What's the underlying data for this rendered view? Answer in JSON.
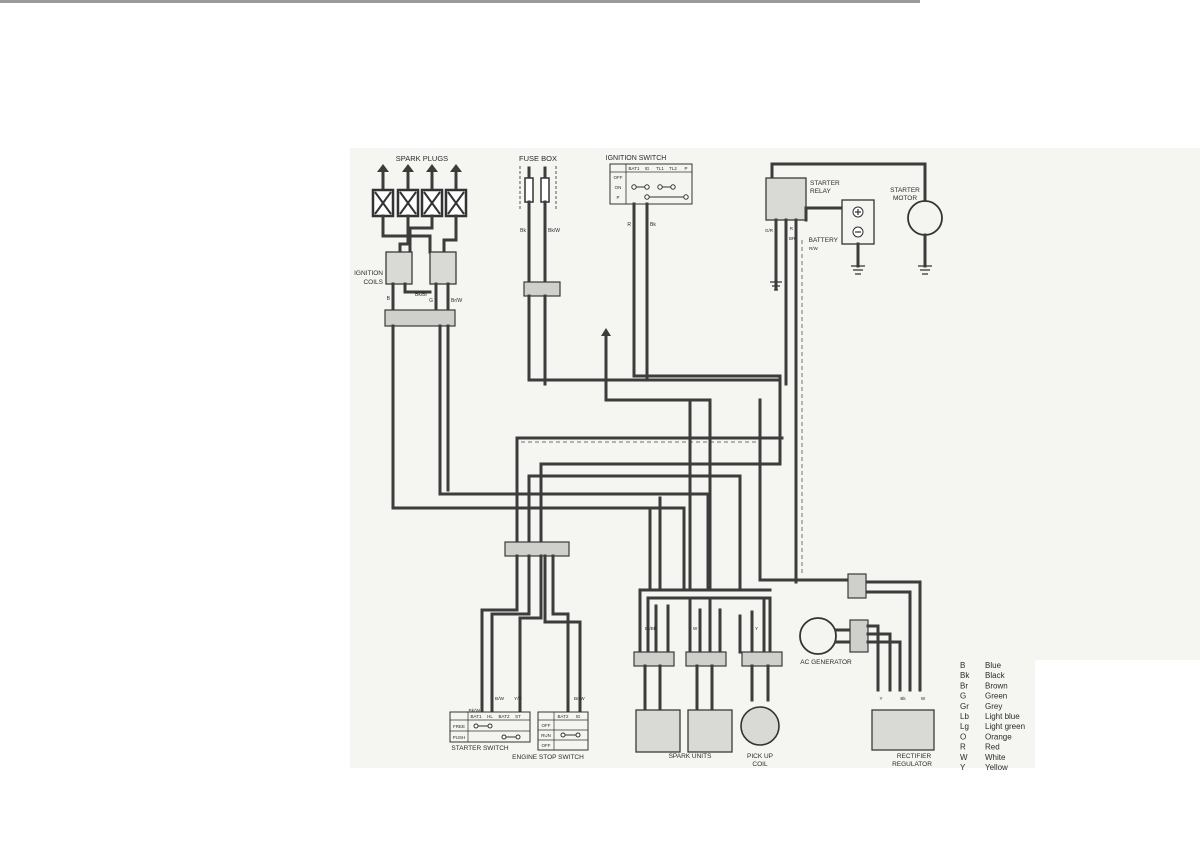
{
  "labels": {
    "spark_plugs": "SPARK PLUGS",
    "fuse_box": "FUSE BOX",
    "ignition_switch": "IGNITION SWITCH",
    "ignition_coils_1": "IGNITION",
    "ignition_coils_2": "COILS",
    "starter_relay_1": "STARTER",
    "starter_relay_2": "RELAY",
    "battery": "BATTERY",
    "starter_motor_1": "STARTER",
    "starter_motor_2": "MOTOR",
    "ac_generator": "AC GENERATOR",
    "rectifier_1": "RECTIFIER",
    "rectifier_2": "REGULATOR",
    "spark_units": "SPARK UNITS",
    "pickup_coil_1": "PICK UP",
    "pickup_coil_2": "COIL",
    "starter_switch": "STARTER SWITCH",
    "engine_stop_switch": "ENGINE STOP SWITCH"
  },
  "ignition_switch_table": {
    "headers": [
      "BAT1",
      "IG",
      "TL1",
      "TL2",
      "P"
    ],
    "rows": [
      "OFF",
      "ON",
      "P"
    ]
  },
  "starter_switch_table": {
    "headers": [
      "BAT1",
      "HL",
      "BAT2",
      "ST"
    ],
    "rows": [
      "FREE",
      "PUSH"
    ]
  },
  "engine_stop_table": {
    "headers": [
      "BAT2",
      "IG"
    ],
    "rows": [
      "OFF",
      "RUN",
      "OFF"
    ]
  },
  "wire_tags": {
    "coil_left": "B",
    "coil_mid": "Bk/Br",
    "coil_right_a": "G",
    "coil_right_b": "Br/W",
    "fuse_a": "Bk",
    "fuse_b": "Bk/W",
    "ign_a": "R",
    "ign_b": "Bk",
    "relay_a": "G/R",
    "relay_b": "BR",
    "relay_c": "R",
    "relay_d": "R/W",
    "start_a": "Bk/W",
    "start_b": "B/W",
    "start_c": "Y/R",
    "stop_a": "Br/W",
    "spark_a": "Br/Bk",
    "spark_b": "W",
    "spark_c": "Y",
    "rect_a": "Y",
    "rect_b": "Bk",
    "rect_c": "W"
  },
  "color_legend": [
    {
      "code": "B",
      "name": "Blue"
    },
    {
      "code": "Bk",
      "name": "Black"
    },
    {
      "code": "Br",
      "name": "Brown"
    },
    {
      "code": "G",
      "name": "Green"
    },
    {
      "code": "Gr",
      "name": "Grey"
    },
    {
      "code": "Lb",
      "name": "Light blue"
    },
    {
      "code": "Lg",
      "name": "Light green"
    },
    {
      "code": "O",
      "name": "Orange"
    },
    {
      "code": "R",
      "name": "Red"
    },
    {
      "code": "W",
      "name": "White"
    },
    {
      "code": "Y",
      "name": "Yellow"
    }
  ],
  "colors": {
    "ink": "#2a2a2a",
    "wire": "#3c3c3c",
    "paper": "#ecece8"
  }
}
